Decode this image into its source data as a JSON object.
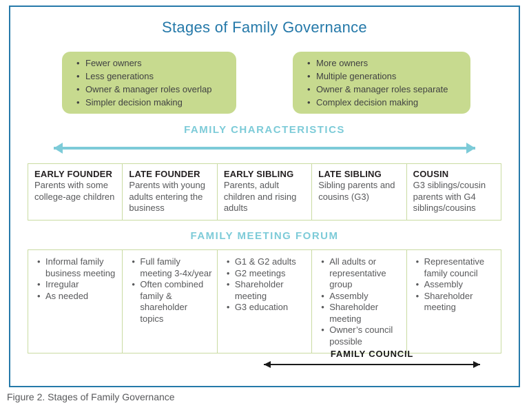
{
  "title": "Stages of Family Governance",
  "caption": "Figure 2. Stages of Family Governance",
  "colors": {
    "blue": "#2579a9",
    "teal": "#7dcbd8",
    "green_fill": "#c7da8f",
    "green_border": "#c9dba2",
    "heading_dark": "#231f20",
    "body_gray": "#58595b",
    "black": "#1a1a1a"
  },
  "top_boxes": {
    "left": {
      "items": [
        "Fewer owners",
        "Less generations",
        "Owner & manager roles overlap",
        "Simpler decision making"
      ]
    },
    "right": {
      "items": [
        "More owners",
        "Multiple generations",
        "Owner & manager roles separate",
        "Complex decision making"
      ]
    }
  },
  "family_characteristics_label": "FAMILY CHARACTERISTICS",
  "stages": [
    {
      "name": "EARLY FOUNDER",
      "description": "Parents with some college-age children"
    },
    {
      "name": "LATE FOUNDER",
      "description": "Parents with young adults entering the business"
    },
    {
      "name": "EARLY SIBLING",
      "description": "Parents, adult children and rising adults"
    },
    {
      "name": "LATE SIBLING",
      "description": "Sibling parents and cousins (G3)"
    },
    {
      "name": "COUSIN",
      "description": "G3 siblings/cousin parents with G4 siblings/cousins"
    }
  ],
  "family_meeting_forum_label": "FAMILY MEETING FORUM",
  "meeting_forum": [
    {
      "items": [
        "Informal family business meeting",
        "Irregular",
        "As needed"
      ]
    },
    {
      "items": [
        "Full family meeting 3-4x/year",
        "Often combined family & shareholder topics"
      ]
    },
    {
      "items": [
        "G1 & G2 adults",
        "G2 meetings",
        "Shareholder meeting",
        "G3 education"
      ]
    },
    {
      "items": [
        "All adults or representative group",
        "Assembly",
        "Shareholder meeting",
        "Owner’s council possible"
      ]
    },
    {
      "items": [
        "Representative family council",
        "Assembly",
        "Shareholder meeting"
      ]
    }
  ],
  "family_council_label": "FAMILY COUNCIL"
}
